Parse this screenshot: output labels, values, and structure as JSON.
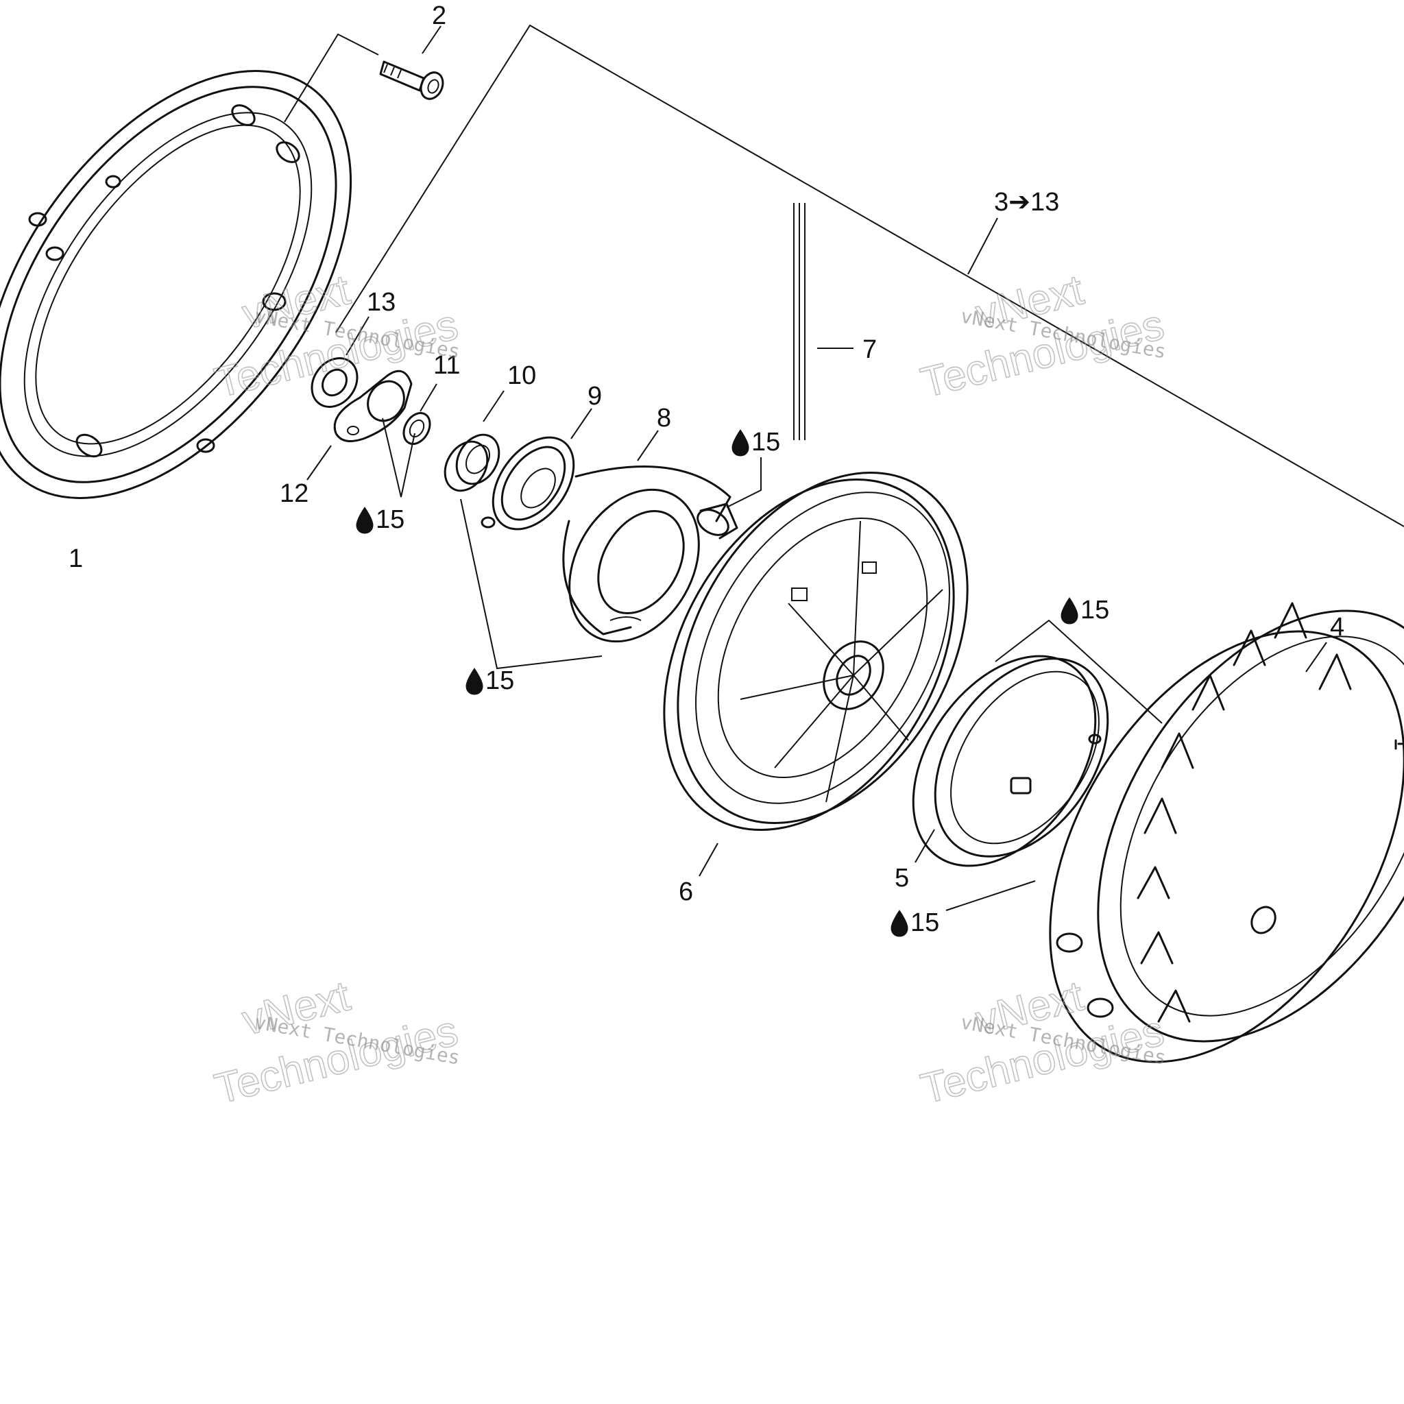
{
  "diagram": {
    "labels": {
      "p1": "1",
      "p2": "2",
      "p3_13": "3➔13",
      "p4": "4",
      "p5": "5",
      "p6": "6",
      "p7": "7",
      "p8": "8",
      "p9": "9",
      "p10": "10",
      "p11": "11",
      "p12": "12",
      "p13": "13"
    },
    "lube_callouts": [
      "15",
      "15",
      "15",
      "15",
      "15"
    ],
    "lube_icon": "oil-drop-icon"
  },
  "watermark": {
    "line_small": "vNext Technologies",
    "line_big_1": "vNext",
    "line_big_2": "Technologies"
  }
}
